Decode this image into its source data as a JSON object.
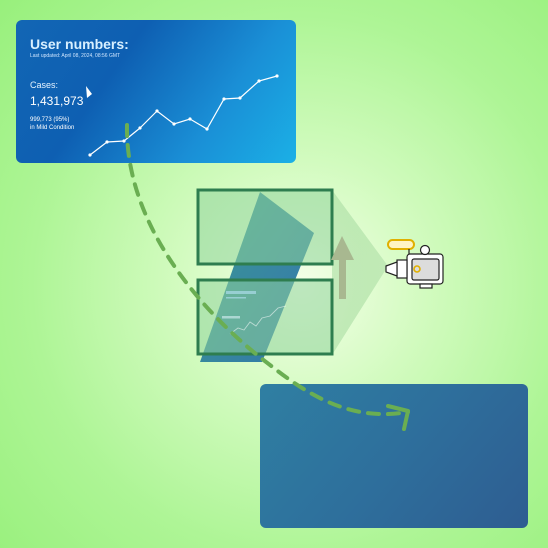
{
  "card": {
    "title": "User numbers:",
    "updated": "Last updated: April 08, 2024, 08:56 GMT",
    "cases_label": "Cases:",
    "cases_value": "1,431,973",
    "mild_value": "999,773 (95%)",
    "mild_label": "in Mild Condition"
  },
  "colors": {
    "card_start": "#1266b4",
    "card_end": "#1bb0e6",
    "target_start": "#2f7fa2",
    "target_end": "#2e5d91",
    "frame_green": "#2e7d4f",
    "arrow_green": "#6aae52",
    "camera_yellow": "#f2c200"
  },
  "icons": [
    "video-camera-icon",
    "up-arrow-icon",
    "curved-dashed-arrow-icon"
  ]
}
